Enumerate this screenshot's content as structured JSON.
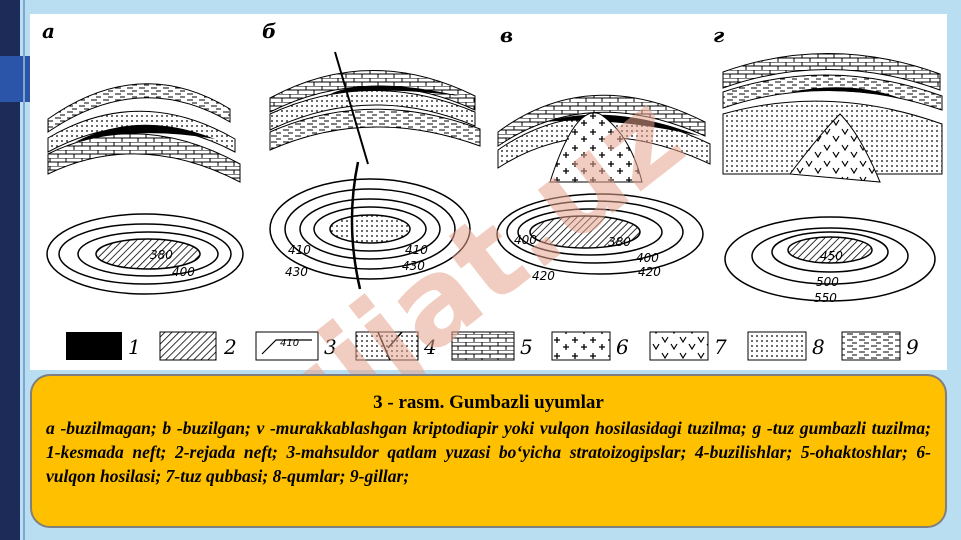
{
  "figure": {
    "panel_letters": [
      "а",
      "б",
      "в",
      "г"
    ],
    "contour_labels": {
      "a": [
        "380",
        "400"
      ],
      "b": [
        "410",
        "410",
        "430",
        "430"
      ],
      "v": [
        "380",
        "400",
        "400",
        "420",
        "420"
      ],
      "g": [
        "450",
        "500",
        "550"
      ]
    },
    "legend": [
      {
        "num": "1",
        "label": "",
        "pattern": "solid-black"
      },
      {
        "num": "2",
        "label": "",
        "pattern": "diagonal-hatch"
      },
      {
        "num": "3",
        "label": "410",
        "pattern": "contour-line"
      },
      {
        "num": "4",
        "label": "",
        "pattern": "fault"
      },
      {
        "num": "5",
        "label": "",
        "pattern": "bricks"
      },
      {
        "num": "6",
        "label": "",
        "pattern": "crosses"
      },
      {
        "num": "7",
        "label": "",
        "pattern": "v-marks"
      },
      {
        "num": "8",
        "label": "",
        "pattern": "dots"
      },
      {
        "num": "9",
        "label": "",
        "pattern": "dashes"
      }
    ]
  },
  "watermark": {
    "text": "Hujjat.uz",
    "color": "#e6a38c"
  },
  "caption": {
    "title": "3 - rasm. Gumbazli uyumlar",
    "body": "a -buzilmagan; b -buzilgan; v -murakkablashgan kriptodiapir yoki vulqon hosilasidagi tuzilma; g -tuz gumbazli tuzilma; 1-kesmada neft; 2-rejada neft; 3-mahsuldor qatlam yuzasi bo‘yicha stratoizogipslar; 4-buzilishlar; 5-ohaktoshlar; 6-vulqon hosilasi; 7-tuz qubbasi; 8-qumlar; 9-gillar;"
  },
  "colors": {
    "background": "#b9def2",
    "caption_bg": "#ffc000",
    "sidebar": "#1d2b59"
  }
}
